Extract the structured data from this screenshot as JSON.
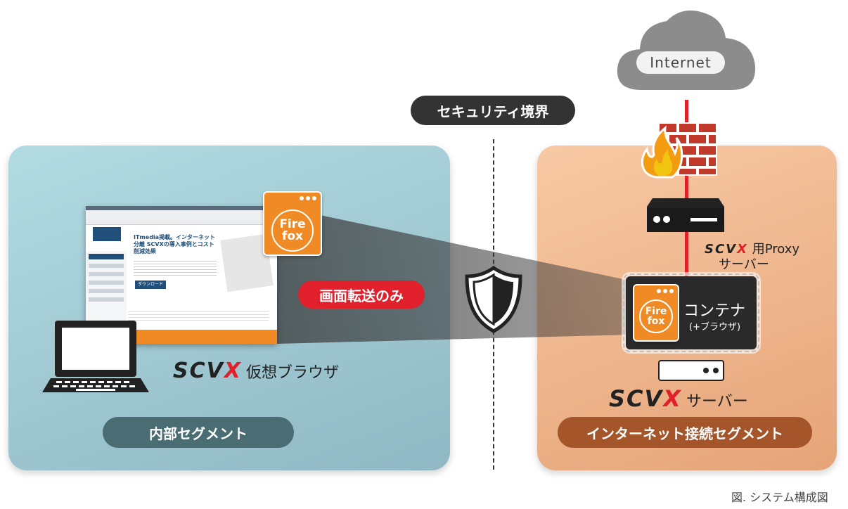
{
  "labels": {
    "security_boundary": "セキュリティ境界",
    "internet": "Internet",
    "screen_transfer": "画面転送のみ",
    "internal_segment": "内部セグメント",
    "internet_segment": "インターネット接続セグメント",
    "scvx_brand_left": "SCV",
    "scvx_brand_x": "X",
    "virtual_browser": "仮想ブラウザ",
    "server_suffix": "サーバー",
    "proxy_suffix": "用Proxy",
    "proxy_line2": "サーバー",
    "container": "コンテナ",
    "container_sub": "(+ブラウザ)",
    "caption": "図. システム構成図"
  },
  "firefox_icon": {
    "line1": "Fire",
    "line2": "fox"
  },
  "browser_screenshot": {
    "headline": "ITmedia掲載。インターネット分離 SCVXの導入事例とコスト削減効果",
    "button": "ダウンロード"
  },
  "colors": {
    "inner_panel": "#a3ccd4",
    "net_panel": "#f0b68e",
    "accent_red": "#e0202a",
    "firefox_orange": "#f08a24",
    "inner_pill": "#4a6c73",
    "net_pill": "#a4562a"
  },
  "icons": [
    "cloud-icon",
    "firewall-icon",
    "proxy-server-icon",
    "shield-icon",
    "laptop-icon",
    "server-icon",
    "firefox-icon"
  ]
}
